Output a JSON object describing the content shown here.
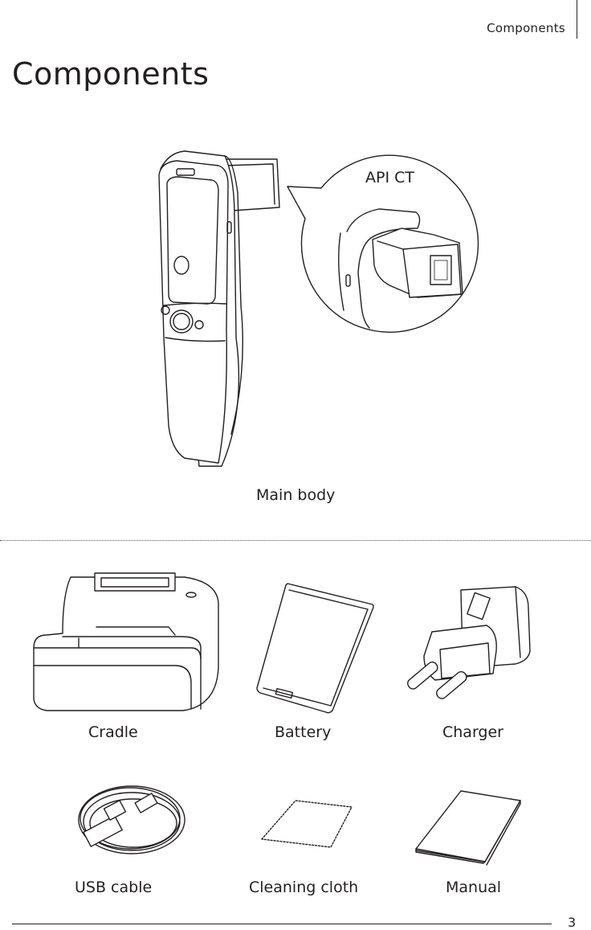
{
  "running_head": "Components",
  "title": "Components",
  "main_body": {
    "callout_label": "API CT",
    "caption": "Main body"
  },
  "items": [
    {
      "caption": "Cradle",
      "icon": "cradle-icon"
    },
    {
      "caption": "Battery",
      "icon": "battery-icon"
    },
    {
      "caption": "Charger",
      "icon": "charger-icon"
    },
    {
      "caption": "USB cable",
      "icon": "usb-cable-icon"
    },
    {
      "caption": "Cleaning cloth",
      "icon": "cleaning-cloth-icon"
    },
    {
      "caption": "Manual",
      "icon": "manual-icon"
    }
  ],
  "page_number": "3"
}
